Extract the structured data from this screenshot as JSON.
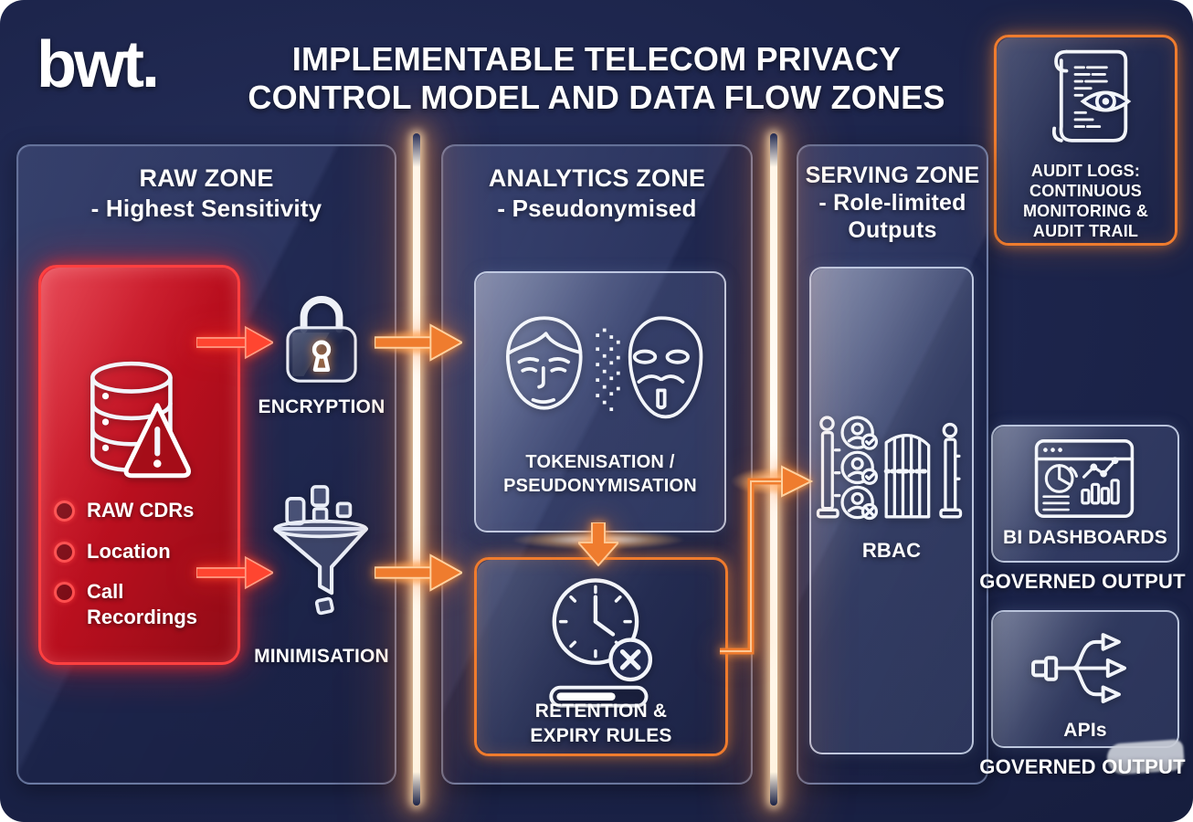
{
  "colors": {
    "background": "#1b2349",
    "panel_border": "#9eb0d8",
    "accent_orange": "#ef7c2e",
    "alert_red": "#e01425",
    "glow_white": "#fff6ea",
    "text": "#ffffff"
  },
  "logo": {
    "text": "bwt."
  },
  "title": {
    "line1": "IMPLEMENTABLE TELECOM PRIVACY",
    "line2": "CONTROL MODEL AND DATA FLOW ZONES"
  },
  "raw_zone": {
    "title": "RAW ZONE",
    "subtitle": "- Highest Sensitivity",
    "sources": {
      "icon": "database-warning-icon",
      "items": [
        "RAW CDRs",
        "Location",
        "Call Recordings"
      ]
    },
    "encryption": {
      "icon": "padlock-icon",
      "label": "ENCRYPTION"
    },
    "minimisation": {
      "icon": "funnel-icon",
      "label": "MINIMISATION"
    }
  },
  "analytics_zone": {
    "title": "ANALYTICS ZONE",
    "subtitle": "- Pseudonymised",
    "tokenisation": {
      "icon": "face-mask-icon",
      "label_line1": "TOKENISATION /",
      "label_line2": "PSEUDONYMISATION"
    },
    "retention": {
      "icon": "clock-expiry-icon",
      "label_line1": "RETENTION &",
      "label_line2": "EXPIRY RULES"
    }
  },
  "serving_zone": {
    "title": "SERVING ZONE",
    "subtitle_line1": "- Role-limited",
    "subtitle_line2": "Outputs",
    "rbac": {
      "icon": "access-gate-icon",
      "label": "RBAC"
    }
  },
  "audit": {
    "icon": "scroll-eye-icon",
    "line1": "AUDIT LOGS:",
    "line2": "CONTINUOUS",
    "line3": "MONITORING &",
    "line4": "AUDIT TRAIL"
  },
  "outputs": {
    "bi": {
      "icon": "dashboard-icon",
      "label": "BI DASHBOARDS",
      "caption": "GOVERNED OUTPUT"
    },
    "apis": {
      "icon": "branch-arrows-icon",
      "label": "APIs",
      "caption": "GOVERNED OUTPUT"
    }
  }
}
